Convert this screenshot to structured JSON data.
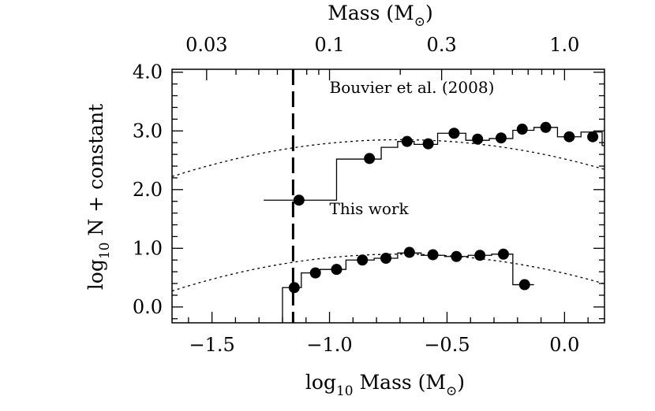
{
  "chart_data": {
    "type": "scatter",
    "xlabel_main": "log",
    "xlabel_sub": "10",
    "xlabel_rest": " Mass (M",
    "xlabel_end": ")",
    "ylabel_main": "log",
    "ylabel_sub": "10",
    "ylabel_rest": " N + constant",
    "top_label": "Mass (M",
    "top_label_end": ")",
    "xlim": [
      -1.67,
      0.17
    ],
    "ylim": [
      -0.27,
      4.05
    ],
    "x_ticks": [
      {
        "value": -1.5,
        "label": "−1.5"
      },
      {
        "value": -1.0,
        "label": "−1.0"
      },
      {
        "value": -0.5,
        "label": "−0.5"
      },
      {
        "value": 0.0,
        "label": "0.0"
      }
    ],
    "y_ticks": [
      {
        "value": 0.0,
        "label": "0.0"
      },
      {
        "value": 1.0,
        "label": "1.0"
      },
      {
        "value": 2.0,
        "label": "2.0"
      },
      {
        "value": 3.0,
        "label": "3.0"
      },
      {
        "value": 4.0,
        "label": "4.0"
      }
    ],
    "top_ticks": [
      {
        "mass": 0.03,
        "label": "0.03"
      },
      {
        "mass": 0.1,
        "label": "0.1"
      },
      {
        "mass": 0.3,
        "label": "0.3"
      },
      {
        "mass": 1.0,
        "label": "1.0"
      }
    ],
    "vline_x": -1.155,
    "annotations": [
      {
        "text": "Bouvier et al. (2008)",
        "x": -1.0,
        "y": 3.65
      },
      {
        "text": "This work",
        "x": -1.0,
        "y": 1.58
      }
    ],
    "series": [
      {
        "points": [
          {
            "x": -1.13,
            "y": 1.82
          },
          {
            "x": -0.83,
            "y": 2.53
          },
          {
            "x": -0.67,
            "y": 2.82
          },
          {
            "x": -0.58,
            "y": 2.78
          },
          {
            "x": -0.47,
            "y": 2.96
          },
          {
            "x": -0.37,
            "y": 2.86
          },
          {
            "x": -0.27,
            "y": 2.88
          },
          {
            "x": -0.18,
            "y": 3.03
          },
          {
            "x": -0.08,
            "y": 3.06
          },
          {
            "x": 0.02,
            "y": 2.9
          },
          {
            "x": 0.12,
            "y": 2.9
          }
        ],
        "histogram": [
          {
            "x0": -1.28,
            "x1": -0.97,
            "y": 1.82
          },
          {
            "x0": -0.97,
            "x1": -0.78,
            "y": 2.52
          },
          {
            "x0": -0.78,
            "x1": -0.71,
            "y": 2.72
          },
          {
            "x0": -0.71,
            "x1": -0.64,
            "y": 2.82
          },
          {
            "x0": -0.64,
            "x1": -0.54,
            "y": 2.77
          },
          {
            "x0": -0.54,
            "x1": -0.42,
            "y": 2.96
          },
          {
            "x0": -0.42,
            "x1": -0.32,
            "y": 2.84
          },
          {
            "x0": -0.32,
            "x1": -0.22,
            "y": 2.87
          },
          {
            "x0": -0.22,
            "x1": -0.13,
            "y": 3.01
          },
          {
            "x0": -0.13,
            "x1": -0.03,
            "y": 3.06
          },
          {
            "x0": -0.03,
            "x1": 0.07,
            "y": 2.9
          },
          {
            "x0": 0.07,
            "x1": 0.16,
            "y": 2.98
          },
          {
            "x0": 0.16,
            "x1": 0.17,
            "y": 2.75
          }
        ],
        "curve": {
          "peak_x": -0.7,
          "peak_y": 2.85,
          "sigma": 0.57
        }
      },
      {
        "points": [
          {
            "x": -1.15,
            "y": 0.33
          },
          {
            "x": -1.06,
            "y": 0.58
          },
          {
            "x": -0.97,
            "y": 0.64
          },
          {
            "x": -0.86,
            "y": 0.8
          },
          {
            "x": -0.76,
            "y": 0.83
          },
          {
            "x": -0.66,
            "y": 0.93
          },
          {
            "x": -0.56,
            "y": 0.89
          },
          {
            "x": -0.46,
            "y": 0.86
          },
          {
            "x": -0.36,
            "y": 0.88
          },
          {
            "x": -0.26,
            "y": 0.9
          },
          {
            "x": -0.17,
            "y": 0.38
          }
        ],
        "histogram": [
          {
            "x0": -1.2,
            "x1": -1.12,
            "y": 0.33
          },
          {
            "x0": -1.12,
            "x1": -1.04,
            "y": 0.58
          },
          {
            "x0": -1.04,
            "x1": -0.93,
            "y": 0.64
          },
          {
            "x0": -0.93,
            "x1": -0.81,
            "y": 0.8
          },
          {
            "x0": -0.81,
            "x1": -0.71,
            "y": 0.83
          },
          {
            "x0": -0.71,
            "x1": -0.61,
            "y": 0.92
          },
          {
            "x0": -0.61,
            "x1": -0.51,
            "y": 0.88
          },
          {
            "x0": -0.51,
            "x1": -0.41,
            "y": 0.86
          },
          {
            "x0": -0.41,
            "x1": -0.31,
            "y": 0.88
          },
          {
            "x0": -0.31,
            "x1": -0.22,
            "y": 0.9
          },
          {
            "x0": -0.22,
            "x1": -0.13,
            "y": 0.38
          }
        ],
        "histogram_start": {
          "x": -1.2,
          "y": -0.27
        },
        "curve": {
          "peak_x": -0.7,
          "peak_y": 0.9,
          "sigma": 0.57
        }
      }
    ]
  }
}
